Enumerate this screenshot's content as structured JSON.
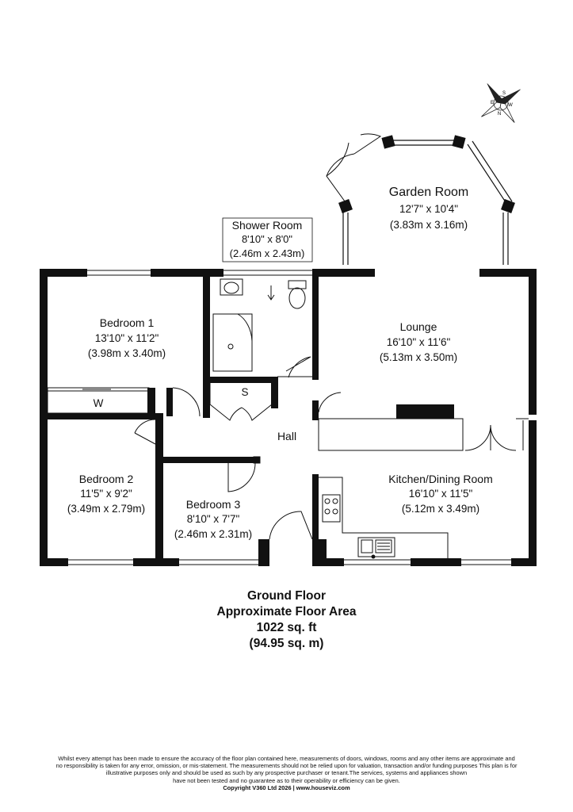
{
  "rooms": {
    "garden_room": {
      "name": "Garden Room",
      "size_imperial": "12'7\" x 10'4\"",
      "size_metric": "(3.83m x 3.16m)"
    },
    "shower_room": {
      "name": "Shower Room",
      "size_imperial": "8'10\" x 8'0\"",
      "size_metric": "(2.46m x 2.43m)"
    },
    "bedroom_1": {
      "name": "Bedroom 1",
      "size_imperial": "13'10\" x 11'2\"",
      "size_metric": "(3.98m x 3.40m)"
    },
    "lounge": {
      "name": "Lounge",
      "size_imperial": "16'10\" x 11'6\"",
      "size_metric": "(5.13m x 3.50m)"
    },
    "bedroom_2": {
      "name": "Bedroom 2",
      "size_imperial": "11'5\" x 9'2\"",
      "size_metric": "(3.49m x 2.79m)"
    },
    "bedroom_3": {
      "name": "Bedroom 3",
      "size_imperial": "8'10\" x 7'7\"",
      "size_metric": "(2.46m x 2.31m)"
    },
    "kitchen": {
      "name": "Kitchen/Dining Room",
      "size_imperial": "16'10\" x 11'5\"",
      "size_metric": "(5.12m x 3.49m)"
    }
  },
  "labels": {
    "hall": "Hall",
    "wardrobe": "W",
    "store": "S"
  },
  "compass": {
    "n": "N",
    "s": "S",
    "e": "E",
    "w": "W"
  },
  "summary": {
    "floor": "Ground Floor",
    "area_label": "Approximate Floor Area",
    "area_sqft": "1022 sq. ft",
    "area_sqm": "(94.95 sq. m)"
  },
  "disclaimer": {
    "line1": "Whilst every attempt has been made to ensure the accuracy of the floor plan contained here, measurements of doors, windows, rooms and any other items are approximate and",
    "line2": "no responsibility is taken for any error, omission, or mis-statement.  The measurements should not be relied upon for valuation, transaction and/or funding purposes This plan is for",
    "line3": "illustrative purposes only and should be used as such by any prospective purchaser or tenant.The services, systems and appliances shown",
    "line4": "have not been tested and no guarantee as to their operability or efficiency can be given.",
    "copyright": "Copyright V360 Ltd 2026 | www.houseviz.com"
  }
}
